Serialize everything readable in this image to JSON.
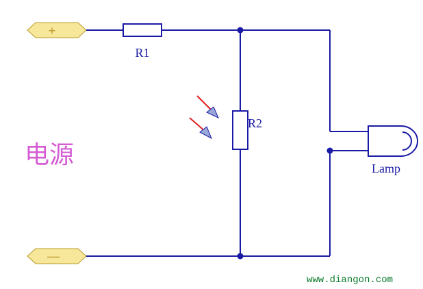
{
  "diagram": {
    "power_label": "电源",
    "ports": {
      "positive": "+",
      "negative": "—"
    },
    "components": {
      "r1": "R1",
      "r2": "R2",
      "lamp": "Lamp"
    },
    "website": "www.diangon.com",
    "colors": {
      "wire": "#1a1aa6",
      "port_fill": "#f7e79b",
      "label_magenta": "#d45cd4",
      "site_green": "#0a7a2a",
      "light_rays": "#e02020"
    }
  }
}
